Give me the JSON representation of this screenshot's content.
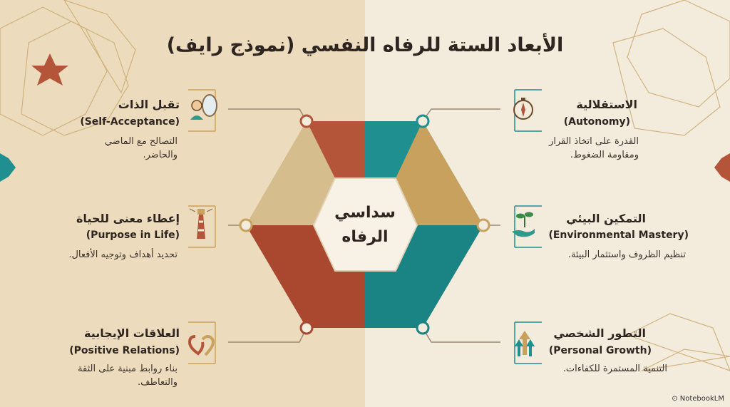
{
  "title": "الأبعاد الستة للرفاه النفسي (نموذج رايف)",
  "center": {
    "line1": "سداسي",
    "line2": "الرفاه"
  },
  "dimensions": {
    "self_acceptance": {
      "ar": "تقبل الذات",
      "en": "(Self-Acceptance)",
      "desc_1": "التصالح مع الماضي",
      "desc_2": "والحاضر."
    },
    "purpose": {
      "ar": "إعطاء معنى للحياة",
      "en": "(Purpose in Life)",
      "desc_1": "تحديد أهداف وتوجيه الأفعال."
    },
    "relations": {
      "ar": "العلاقات الإيجابية",
      "en": "(Positive Relations)",
      "desc_1": "بناء روابط مبنية على الثقة",
      "desc_2": "والتعاطف."
    },
    "autonomy": {
      "ar": "الاستقلالية",
      "en": "(Autonomy)",
      "desc_1": "القدرة على اتخاذ القرار",
      "desc_2": "ومقاومة الضغوط."
    },
    "mastery": {
      "ar": "التمكين البيئي",
      "en": "(Environmental Mastery)",
      "desc_1": "تنظيم الظروف واستثمار البيئة."
    },
    "growth": {
      "ar": "التطور الشخصي",
      "en": "(Personal Growth)",
      "desc_1": "التنمية المستمرة للكفاءات."
    }
  },
  "brand": "NotebookLM",
  "colors": {
    "rust": "#b4553a",
    "teal": "#1f8f8f",
    "gold": "#c9a15e",
    "tan": "#d9c4a0",
    "bg_left": "#ecdcbd",
    "bg_right": "#f3ebdc"
  },
  "icons": {
    "self_acceptance": "mirror-person-icon",
    "purpose": "lighthouse-icon",
    "relations": "linked-hearts-icon",
    "autonomy": "compass-icon",
    "mastery": "plant-hand-icon",
    "growth": "arrows-up-icon"
  }
}
